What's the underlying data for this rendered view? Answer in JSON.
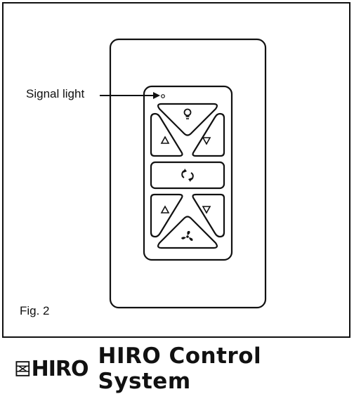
{
  "labels": {
    "signal_light": "Signal light",
    "figure": "Fig. 2"
  },
  "footer": {
    "logo_word": "HIRO",
    "title": "HIRO Control System"
  },
  "icons": {
    "light": "bulb-icon",
    "up": "triangle-up-icon",
    "down": "triangle-down-icon",
    "cycle": "cycle-arrows-icon",
    "fan": "fan-icon"
  },
  "colors": {
    "line": "#111111",
    "background": "#ffffff"
  }
}
